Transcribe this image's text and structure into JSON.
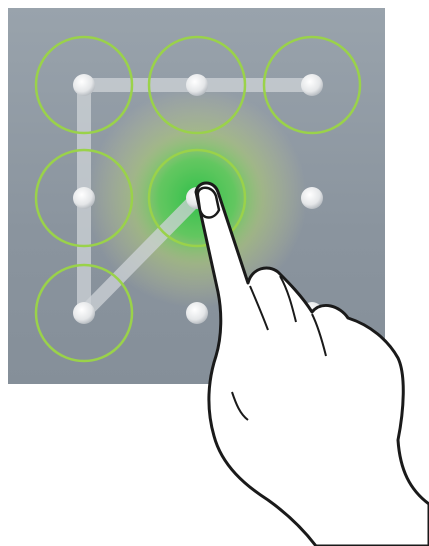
{
  "lock_pattern": {
    "colors": {
      "panel_top": "#99a3ac",
      "panel_bottom": "#858f99",
      "ring": "#9ad24a",
      "active_glow": "#34c24a",
      "dot": "#ececec",
      "path": "#cfd4d8",
      "hand_outline": "#1a1a1a",
      "hand_fill": "#ffffff"
    },
    "grid": {
      "rows": 3,
      "columns": 3,
      "nodes": [
        {
          "id": 1,
          "selected": true,
          "active": false
        },
        {
          "id": 2,
          "selected": true,
          "active": false
        },
        {
          "id": 3,
          "selected": true,
          "active": false
        },
        {
          "id": 4,
          "selected": true,
          "active": false
        },
        {
          "id": 5,
          "selected": true,
          "active": true
        },
        {
          "id": 6,
          "selected": false,
          "active": false
        },
        {
          "id": 7,
          "selected": true,
          "active": false
        },
        {
          "id": 8,
          "selected": false,
          "active": false
        },
        {
          "id": 9,
          "selected": false,
          "active": false
        }
      ]
    },
    "drawn_sequence": [
      3,
      2,
      1,
      4,
      7,
      5
    ],
    "hand_icon": "pointing-finger-icon"
  }
}
